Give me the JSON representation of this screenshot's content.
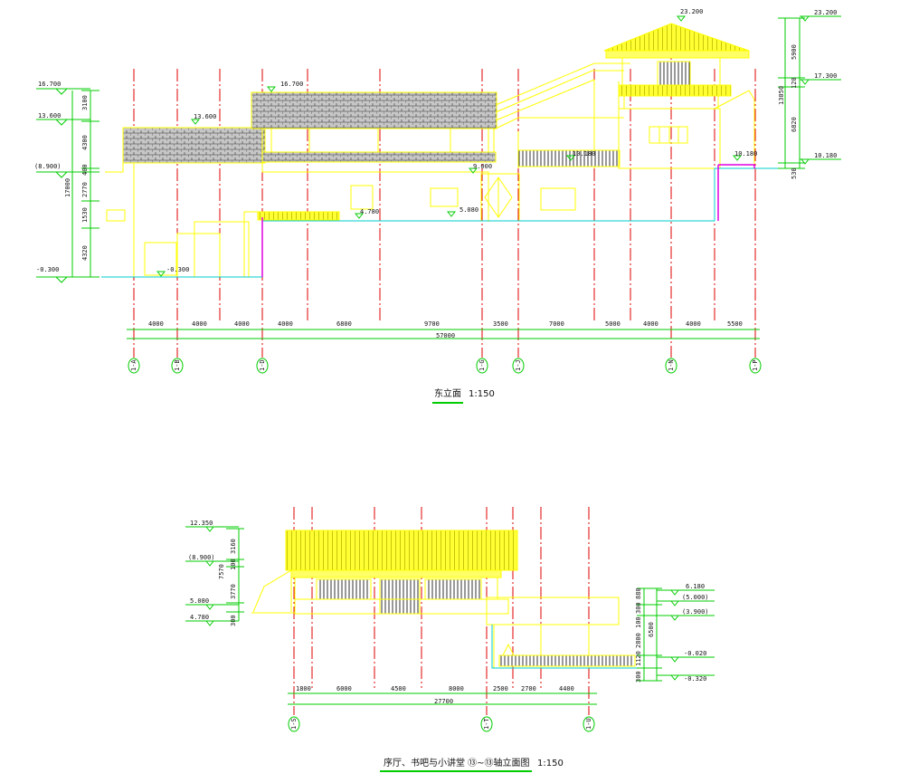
{
  "drawing1": {
    "title": "东立面",
    "scale": "1:150",
    "elevations_left": [
      "16.700",
      "13.600",
      "(8.900)",
      "-0.300"
    ],
    "level_labels": [
      "16.700",
      "13.600",
      "-0.300",
      "4.780",
      "5.080",
      "9.000",
      "10.180",
      "10.180"
    ],
    "vertical_dims": [
      "3100",
      "4300",
      "400",
      "2770",
      "1530",
      "4320",
      "17000"
    ],
    "elevations_right": [
      "23.200",
      "17.300",
      "10.180"
    ],
    "right_dims": [
      "5900",
      "120",
      "13050",
      "6820",
      "530"
    ],
    "top_elevation": "23.200",
    "bay_dims": [
      "4000",
      "4000",
      "4000",
      "4000",
      "6800",
      "9700",
      "3500",
      "7000",
      "5000",
      "4000",
      "4000",
      "5500"
    ],
    "total": "57000",
    "axes": [
      "1-A",
      "1-B",
      "1-D",
      "1-G",
      "1-J",
      "1-N",
      "1-P"
    ]
  },
  "drawing2": {
    "title": "序厅、书吧与小讲堂 ⑬~⑬轴立面图",
    "scale": "1:150",
    "elevations_left": [
      "12.350",
      "(8.900)",
      "5.080",
      "4.780"
    ],
    "vertical_dims": [
      "3160",
      "100",
      "7570",
      "3770",
      "300"
    ],
    "elevations_right": [
      "6.180",
      "(5.000)",
      "(3.900)",
      "-0.020",
      "-0.320"
    ],
    "right_dims": [
      "880",
      "300",
      "6500",
      "100",
      "2800",
      "1120",
      "300"
    ],
    "bay_dims": [
      "1800",
      "6000",
      "4500",
      "8000",
      "2500",
      "2700",
      "4400"
    ],
    "total": "27700",
    "axes": [
      "1-S",
      "1-T",
      "1-U"
    ]
  }
}
